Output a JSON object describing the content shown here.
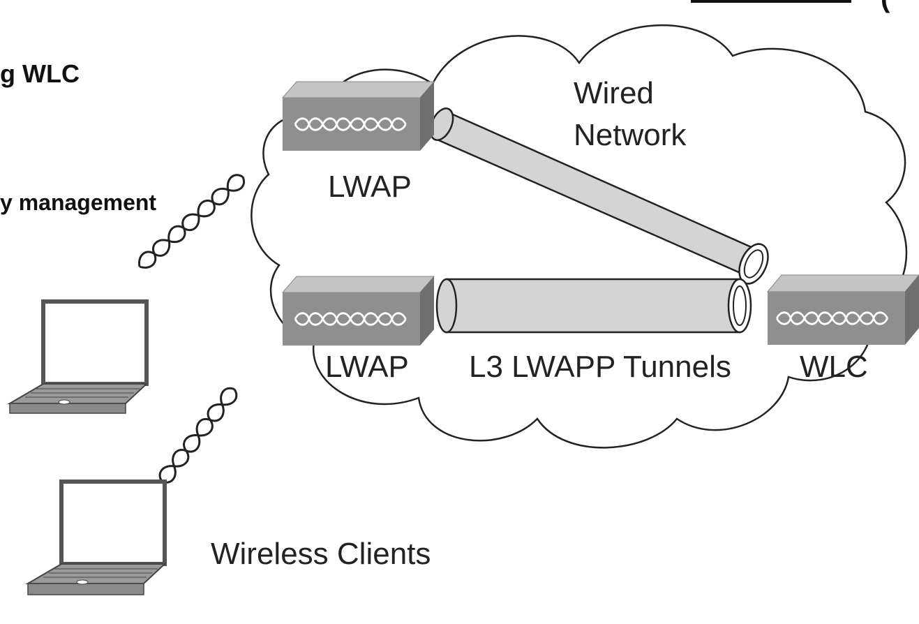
{
  "fragments": {
    "top_right": "(",
    "line1": "g WLC",
    "line2": "y management"
  },
  "labels": {
    "wired_network_line1": "Wired",
    "wired_network_line2": "Network",
    "lwap_top": "LWAP",
    "lwap_bottom": "LWAP",
    "tunnels": "L3 LWAPP Tunnels",
    "wlc": "WLC",
    "wireless_clients": "Wireless Clients"
  },
  "colors": {
    "device_front": "#8f8f8f",
    "device_top": "#c4c4c4",
    "device_side": "#6f6f6f",
    "tube": "#d4d4d4",
    "line": "#222222"
  }
}
